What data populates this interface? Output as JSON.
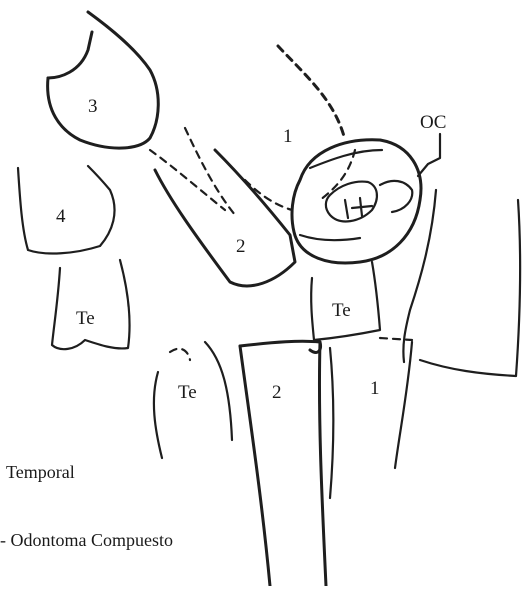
{
  "labels": {
    "tooth_3": "3",
    "tooth_4": "4",
    "temporal_left": "Te",
    "tooth_1_upper": "1",
    "tooth_2_upper": "2",
    "odontoma_tag": "OC",
    "temporal_center": "Te",
    "temporal_lower": "Te",
    "tooth_2_lower": "2",
    "tooth_1_lower": "1"
  },
  "legend": {
    "temporal": "Temporal",
    "odontoma": "- Odontoma Compuesto"
  }
}
